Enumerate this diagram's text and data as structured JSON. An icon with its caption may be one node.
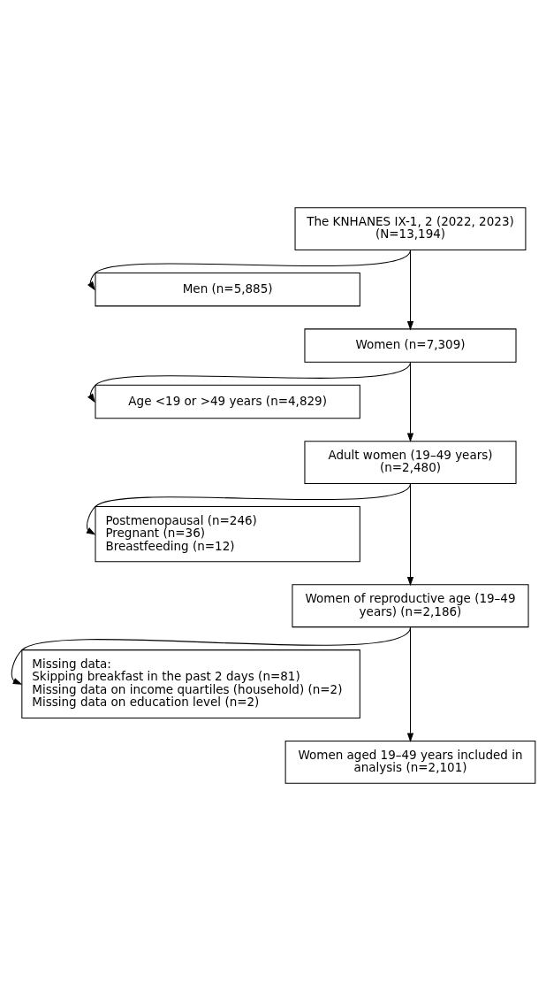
{
  "diagram": {
    "nodes": [
      {
        "text": [
          "The KNHANES IX-1, 2 (2022, 2023) (N=13,194)"
        ]
      },
      {
        "text": [
          "Men (n=5,885)"
        ]
      },
      {
        "text": [
          "Women (n=7,309)"
        ]
      },
      {
        "text": [
          "Age <19 or >49 years (n=4,829)"
        ]
      },
      {
        "text": [
          "Adult women (19–49 years) (n=2,480)"
        ]
      },
      {
        "text": [
          "Postmenopausal (n=246)",
          "Pregnant (n=36)",
          "Breastfeeding (n=12)"
        ]
      },
      {
        "text": [
          "Women of reproductive age (19–49 years) (n=2,186)"
        ]
      },
      {
        "text": [
          "Missing data:",
          "Skipping breakfast in the past 2 days (n=81)",
          "Missing data on income quartiles (household) (n=2)",
          "Missing data on education level (n=2)"
        ]
      },
      {
        "text": [
          "Women aged 19–49 years included in analysis (n=2,101)"
        ]
      }
    ],
    "edges": [
      {
        "from": 0,
        "to": 2,
        "arrow": "to"
      },
      {
        "from": 0,
        "to": 1,
        "arrow": "to"
      },
      {
        "from": 2,
        "to": 4,
        "arrow": "to"
      },
      {
        "from": 2,
        "to": 3,
        "arrow": "to"
      },
      {
        "from": 4,
        "to": 6,
        "arrow": "to"
      },
      {
        "from": 4,
        "to": 5,
        "arrow": "to"
      },
      {
        "from": 6,
        "to": 8,
        "arrow": "to"
      },
      {
        "from": 6,
        "to": 7,
        "arrow": "to"
      }
    ]
  }
}
